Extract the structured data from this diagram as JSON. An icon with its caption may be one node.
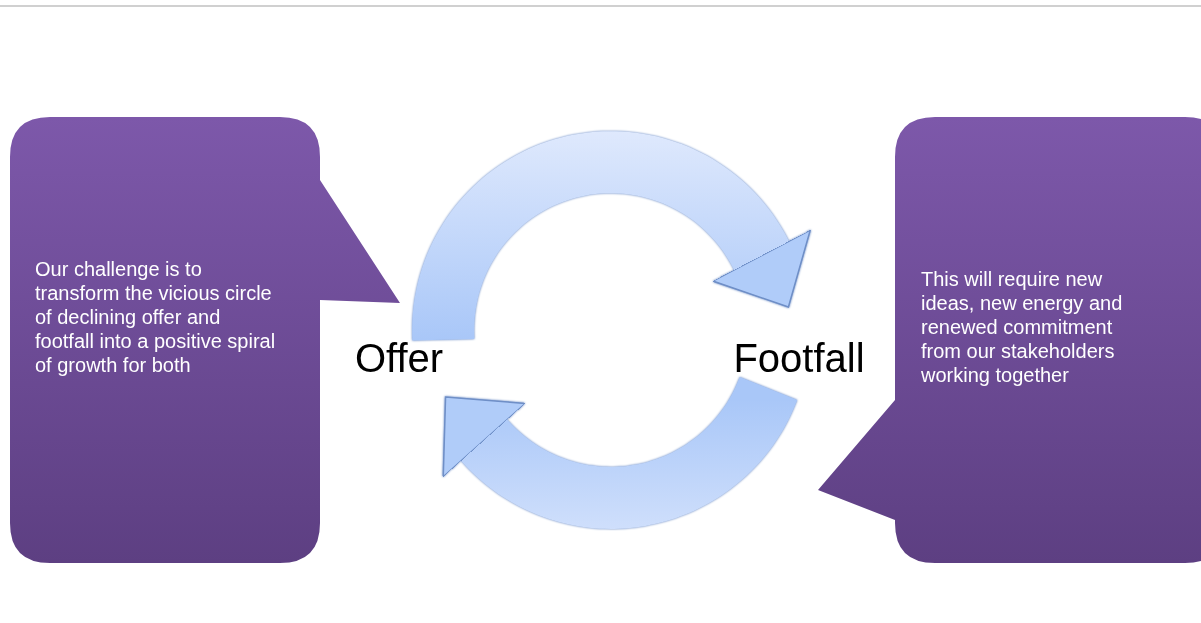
{
  "diagram": {
    "nodes": [
      {
        "text": [
          "Our challenge is to transform the vicious circle of declining offer and footfall into a positive spiral of growth for both"
        ]
      },
      {
        "text": [
          "Offer"
        ]
      },
      {
        "text": [
          "Footfall"
        ]
      },
      {
        "text": [
          "This will require new ideas, new energy and renewed commitment from our stakeholders working together"
        ]
      }
    ],
    "edges": [
      {
        "from": 1,
        "to": 2,
        "arrow": "to"
      },
      {
        "from": 2,
        "to": 1,
        "arrow": "to"
      }
    ]
  }
}
